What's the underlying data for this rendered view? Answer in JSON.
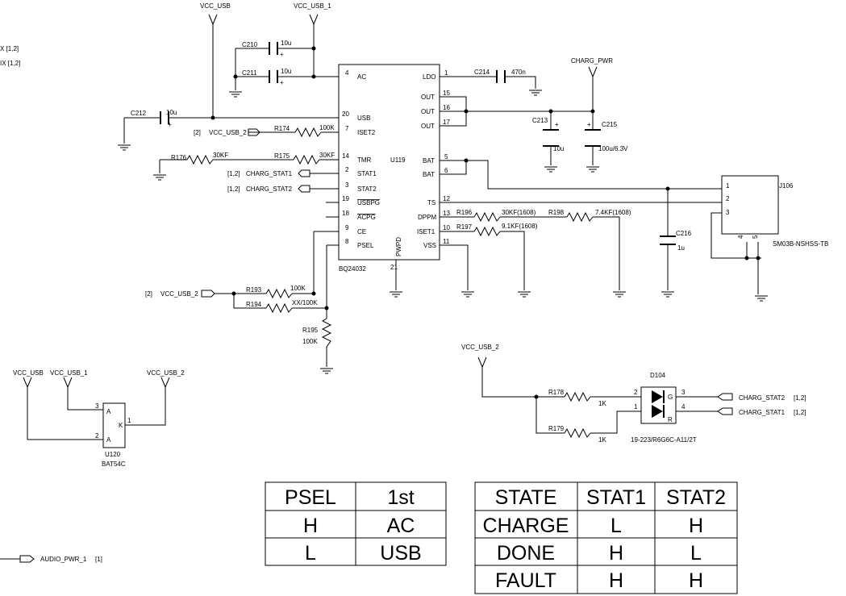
{
  "labels": {
    "vcc_usb_top": "VCC_USB",
    "vcc_usb_1_top": "VCC_USB_1",
    "frag_x": "X   [1,2]",
    "frag_ix": "IX  [1,2]",
    "c210": "C210",
    "c210_val": "10u",
    "c211": "C211",
    "c211_val": "10u",
    "c212": "C212",
    "c212_val": "10u",
    "c214": "C214",
    "c214_val": "470n",
    "c213": "C213",
    "c213_val": "10u",
    "c215": "C215",
    "c215_val": "100u/6.3V",
    "c216": "C216",
    "c216_val": "1u",
    "plus": "+",
    "charg_pwr": "CHARG_PWR",
    "ref_2": "[2]",
    "ref_12": "[1,2]",
    "ref_1": "[1]",
    "vcc_usb_2": "VCC_USB_2",
    "r174": "R174",
    "r174_val": "100K",
    "r176": "R176",
    "r176_val": "30KF",
    "r175": "R175",
    "r175_val": "30KF",
    "charg_stat1": "CHARG_STAT1",
    "charg_stat2": "CHARG_STAT2",
    "ic_name": "U119",
    "ic_part": "BQ24032",
    "pin_ac": "AC",
    "pin_usb": "USB",
    "pin_iset2": "ISET2",
    "pin_tmr": "TMR",
    "pin_stat1": "STAT1",
    "pin_stat2": "STAT2",
    "pin_usbpg": "USBPG",
    "pin_acpg": "ACPG",
    "pin_ce": "CE",
    "pin_psel": "PSEL",
    "pin_pwpd": "PWPD",
    "pin_ldo": "LDO",
    "pin_out": "OUT",
    "pin_bat": "BAT",
    "pin_ts": "TS",
    "pin_dppm": "DPPM",
    "pin_iset1": "ISET1",
    "pin_vss": "VSS",
    "n1": "1",
    "n2": "2",
    "n3": "3",
    "n4": "4",
    "n5": "5",
    "n6": "6",
    "n7": "7",
    "n8": "8",
    "n9": "9",
    "n10": "10",
    "n11": "11",
    "n12": "12",
    "n13": "13",
    "n14": "14",
    "n15": "15",
    "n16": "16",
    "n17": "17",
    "n18": "18",
    "n19": "19",
    "n20": "20",
    "n21": "21",
    "r196": "R196",
    "r196_val": "30KF(1608)",
    "r197": "R197",
    "r197_val": "9.1KF(1608)",
    "r198": "R198",
    "r198_val": "7.4KF(1608)",
    "j106": "J106",
    "j106_part": "SM03B-NSHSS-TB",
    "r193": "R193",
    "r193_val": "100K",
    "r194": "R194",
    "r194_val": "XX/100K",
    "r195": "R195",
    "r195_val": "100K",
    "r178": "R178",
    "r178_val": "1K",
    "r179": "R179",
    "r179_val": "1K",
    "d104": "D104",
    "d104_part": "19-223/R6G6C-A11/2T",
    "pin_g": "G",
    "pin_r": "R",
    "pin_a": "A",
    "pin_k": "K",
    "u120": "U120",
    "u120_part": "BAT54C",
    "audio_pwr": "AUDIO_PWR_1"
  },
  "psel_table": {
    "headers": [
      "PSEL",
      "1st"
    ],
    "rows": [
      [
        "H",
        "AC"
      ],
      [
        "L",
        "USB"
      ]
    ]
  },
  "state_table": {
    "headers": [
      "STATE",
      "STAT1",
      "STAT2"
    ],
    "rows": [
      [
        "CHARGE",
        "L",
        "H"
      ],
      [
        "DONE",
        "H",
        "L"
      ],
      [
        "FAULT",
        "H",
        "H"
      ]
    ]
  }
}
